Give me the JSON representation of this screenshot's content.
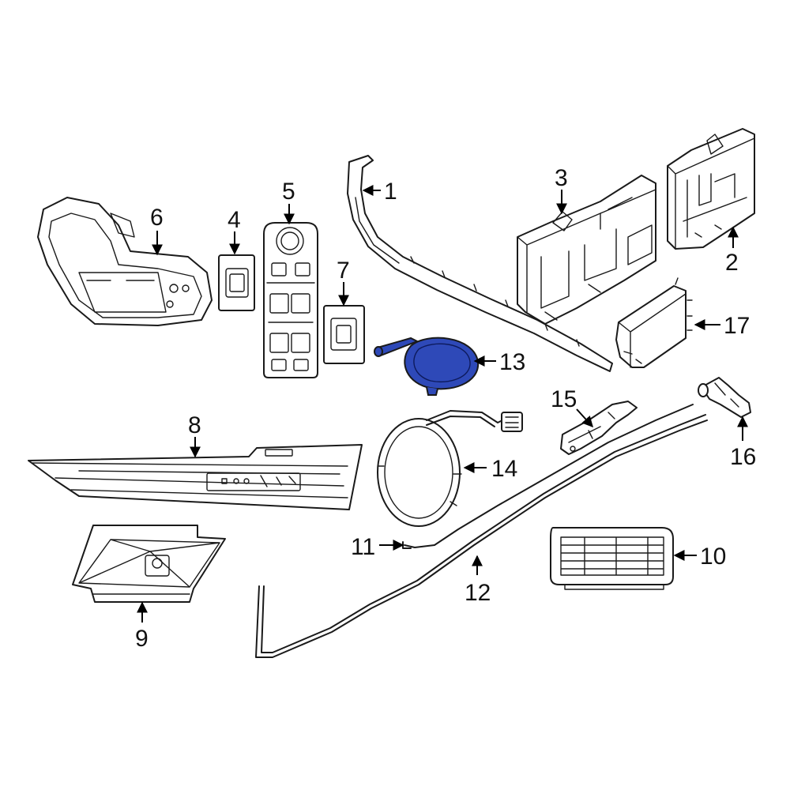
{
  "diagram": {
    "highlight_color": "#2e49b8",
    "highlight_part": "13",
    "callouts": [
      {
        "id": "1",
        "label": "1"
      },
      {
        "id": "2",
        "label": "2"
      },
      {
        "id": "3",
        "label": "3"
      },
      {
        "id": "4",
        "label": "4"
      },
      {
        "id": "5",
        "label": "5"
      },
      {
        "id": "6",
        "label": "6"
      },
      {
        "id": "7",
        "label": "7"
      },
      {
        "id": "8",
        "label": "8"
      },
      {
        "id": "9",
        "label": "9"
      },
      {
        "id": "10",
        "label": "10"
      },
      {
        "id": "11",
        "label": "11"
      },
      {
        "id": "12",
        "label": "12"
      },
      {
        "id": "13",
        "label": "13"
      },
      {
        "id": "14",
        "label": "14"
      },
      {
        "id": "15",
        "label": "15"
      },
      {
        "id": "16",
        "label": "16"
      },
      {
        "id": "17",
        "label": "17"
      }
    ]
  }
}
